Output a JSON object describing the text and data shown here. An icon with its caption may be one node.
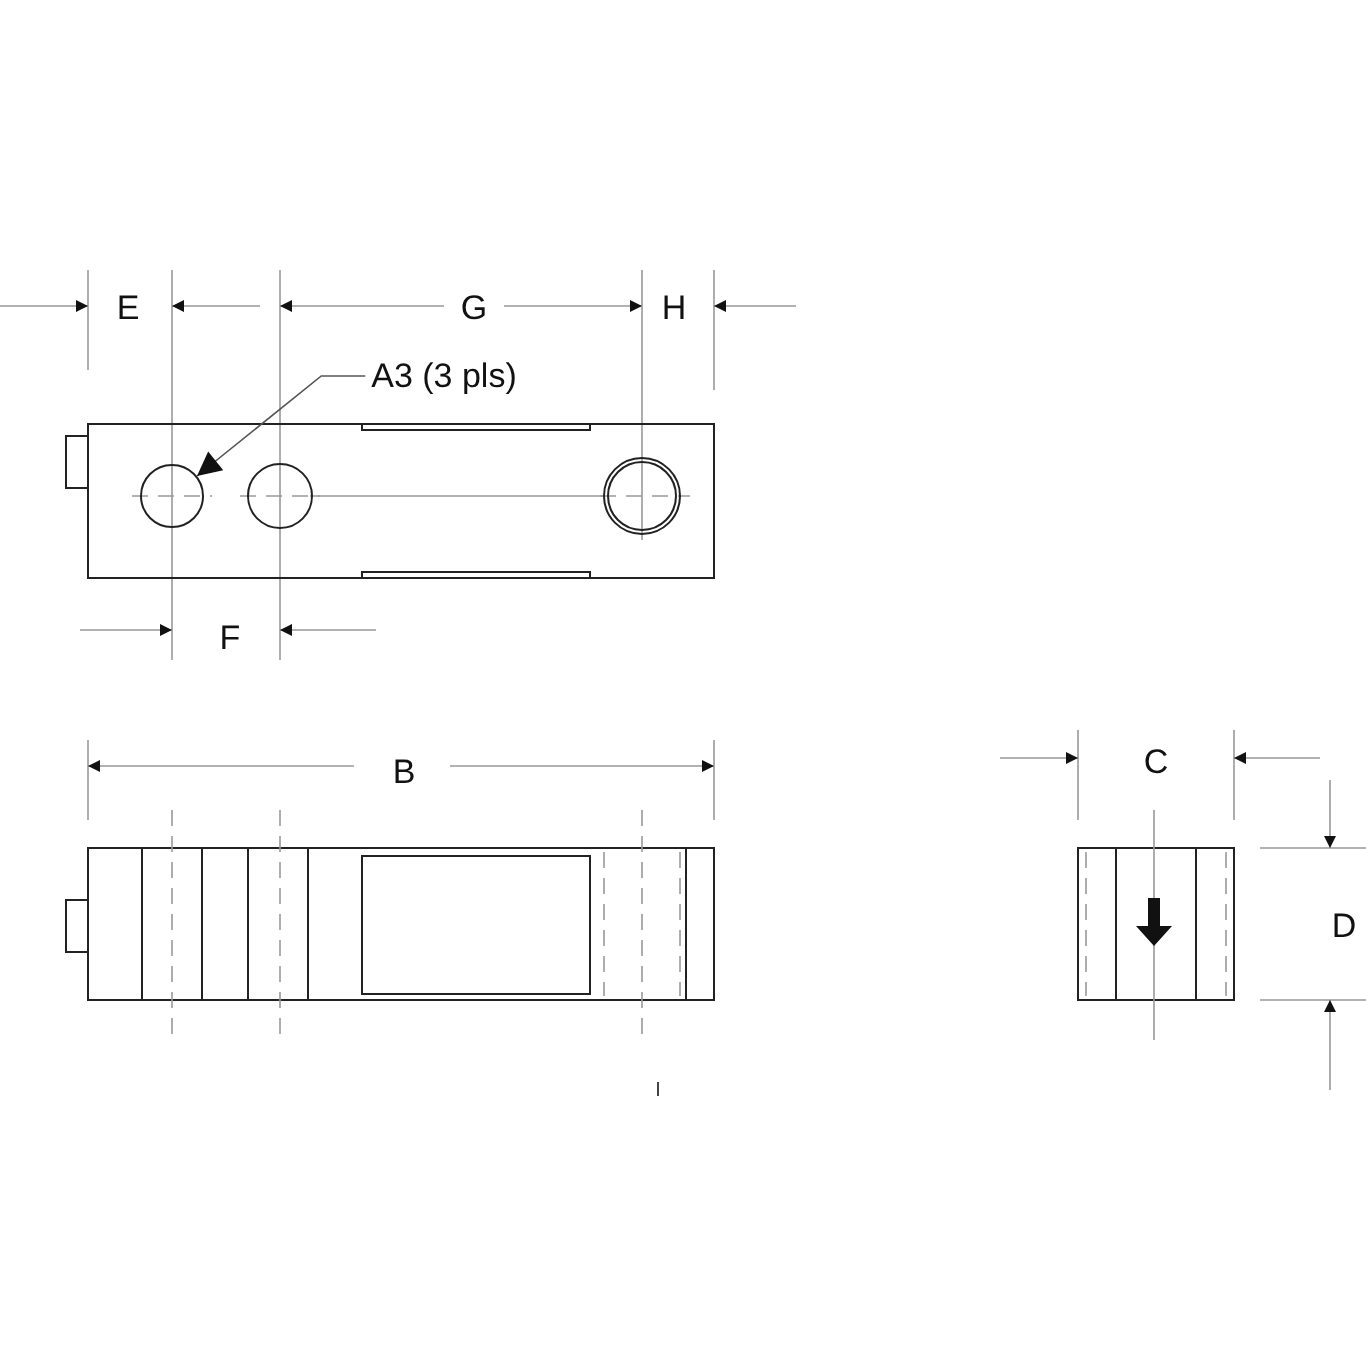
{
  "diagram": {
    "nodes": [
      {
        "text": [
          "A3 (3 pls)"
        ]
      },
      {
        "text": [],
        "shape": "circle"
      }
    ],
    "edges": [
      {
        "from": 0,
        "to": 1,
        "arrow": "to"
      }
    ],
    "labels": [
      "E",
      "G",
      "H",
      "F",
      "B",
      "C",
      "D"
    ]
  }
}
